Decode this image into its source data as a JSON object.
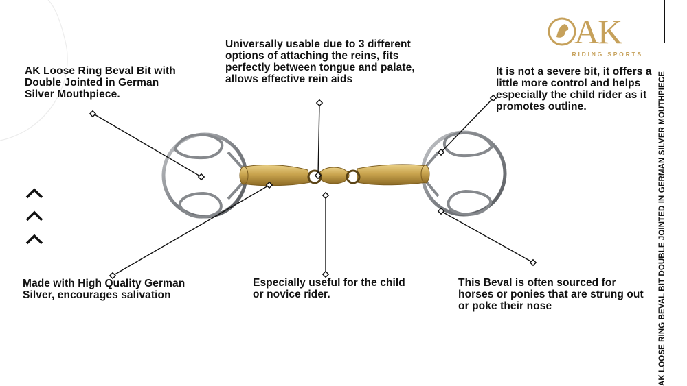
{
  "callouts": {
    "top_left": "AK Loose Ring Beval Bit with Double Jointed in German Silver Mouthpiece.",
    "top_center": "Universally usable due to 3 different options of attaching the reins, fits perfectly between tongue and palate, allows effective rein aids",
    "top_right": "It is not a severe bit, it offers a little more control and helps especially the child rider as it promotes outline.",
    "bottom_left": "Made with High Quality German Silver, encourages salivation",
    "bottom_center": "Especially useful for the child or novice rider.",
    "bottom_right": "This Beval is often sourced for horses or ponies that are strung out or poke their nose"
  },
  "side_caption": "AK LOOSE RING BEVAL BIT DOUBLE JOINTED IN GERMAN SILVER MOUTHPIECE",
  "logo": {
    "mark": "AK",
    "subtitle": "RIDING SPORTS"
  },
  "colors": {
    "text": "#111111",
    "logo_gold": "#c6a15b",
    "ring_steel": "#8f9296",
    "mouthpiece_gold": "#c9a44e"
  },
  "icons": [
    "chevron-up-icon",
    "chevron-up-icon",
    "chevron-up-icon",
    "horse-head-icon"
  ]
}
